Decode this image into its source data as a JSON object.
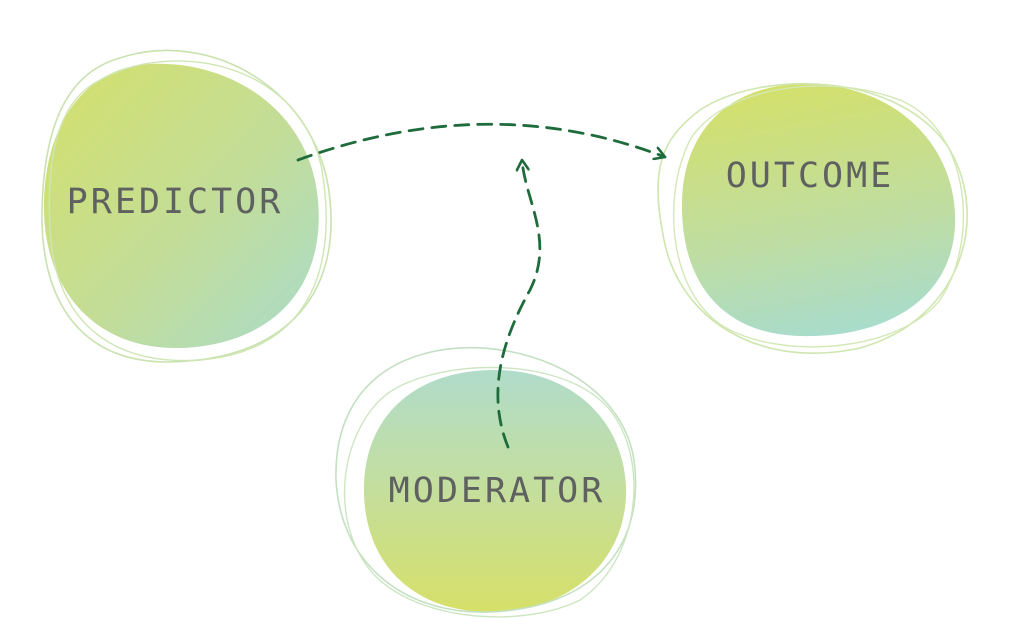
{
  "diagram": {
    "nodes": {
      "predictor": {
        "label": "PREDICTOR"
      },
      "outcome": {
        "label": "OUTCOME"
      },
      "moderator": {
        "label": "MODERATOR"
      }
    },
    "edges": [
      {
        "from": "predictor",
        "to": "outcome",
        "style": "dashed"
      },
      {
        "from": "moderator",
        "to": "predictor-outcome-path",
        "style": "dashed"
      }
    ],
    "colors": {
      "arrow": "#1e6b3c",
      "text": "#5e6160",
      "blob_lime": "#d2e070",
      "blob_teal": "#b2ddcc",
      "outline": "#cfe3a8"
    }
  }
}
